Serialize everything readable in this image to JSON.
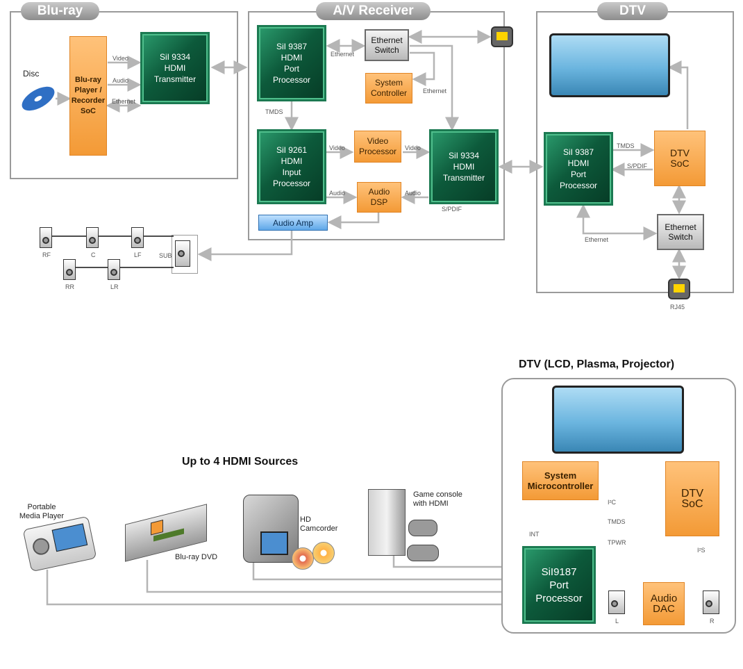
{
  "top": {
    "bluray": {
      "title": "Blu-ray",
      "disc": "Disc",
      "soc": "Blu-ray\nPlayer /\nRecorder\nSoC",
      "tx": "SiI 9334\nHDMI\nTransmitter",
      "links": {
        "video": "Video",
        "audio": "Audio",
        "ethernet": "Ethernet"
      }
    },
    "avr": {
      "title": "A/V Receiver",
      "port": "SiI 9387\nHDMI\nPort\nProcessor",
      "eth_switch": "Ethernet\nSwitch",
      "sys_ctrl": "System\nController",
      "input_proc": "SiI 9261\nHDMI\nInput\nProcessor",
      "video_proc": "Video\nProcessor",
      "audio_dsp": "Audio\nDSP",
      "tx": "SiI 9334\nHDMI\nTransmitter",
      "amp": "Audio Amp",
      "links": {
        "ethernet1": "Ethernet",
        "ethernet2": "Ethernet",
        "tmds": "TMDS",
        "video1": "Video",
        "video2": "Video",
        "audio1": "Audio",
        "audio2": "Audio",
        "spdif": "S/PDIF"
      }
    },
    "speakers": {
      "rf": "RF",
      "c": "C",
      "lf": "LF",
      "sub": "SUB",
      "rr": "RR",
      "lr": "LR"
    },
    "dtv": {
      "title": "DTV",
      "port": "SiI 9387\nHDMI\nPort\nProcessor",
      "soc": "DTV\nSoC",
      "eth_switch": "Ethernet\nSwitch",
      "rj45": "RJ45",
      "links": {
        "tmds": "TMDS",
        "spdif": "S/PDIF",
        "ethernet": "Ethernet"
      }
    }
  },
  "bottom": {
    "sources_title": "Up to 4 HDMI Sources",
    "dtv_title": "DTV (LCD, Plasma, Projector)",
    "devices": {
      "pmp": "Portable\nMedia Player",
      "bluray": "Blu-ray DVD",
      "camcorder": "HD\nCamcorder",
      "console": "Game console\nwith HDMI"
    },
    "mcu": "System\nMicrocontroller",
    "soc": "DTV\nSoC",
    "port": "SiI9187\nPort\nProcessor",
    "dac": "Audio\nDAC",
    "links": {
      "int": "INT",
      "i2c": "I²C",
      "tmds": "TMDS",
      "tpwr": "TPWR",
      "i2s": "I²S"
    },
    "speakers": {
      "l": "L",
      "r": "R"
    }
  },
  "colors": {
    "chip": "#0d5a3b",
    "orange": "#f39a36",
    "gray": "#9a9a9a",
    "blue": "#5ea7e8"
  }
}
